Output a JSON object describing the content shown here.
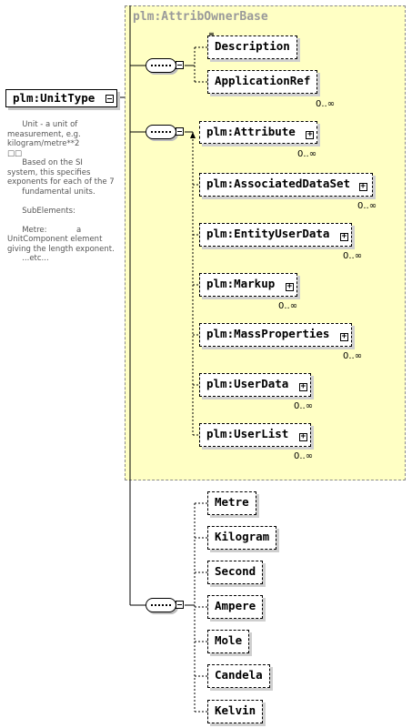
{
  "root": {
    "name": "plm:UnitType"
  },
  "documentation": {
    "lines": [
      "      Unit - a unit of",
      "measurement, e.g.",
      "kilogram/metre**2",
      "□□",
      "      Based on the SI",
      "system, this specifies",
      "exponents for each of the 7",
      "      fundamental units.",
      "",
      "      SubElements:",
      "",
      "      Metre:            a",
      "UnitComponent element",
      "giving the length exponent.",
      "      ...etc..."
    ]
  },
  "group": {
    "title": "plm:AttribOwnerBase"
  },
  "group_elements": [
    {
      "name": "Description",
      "occurrence": ""
    },
    {
      "name": "ApplicationRef",
      "occurrence": "0..∞"
    }
  ],
  "attribute_choice": [
    {
      "name": "plm:Attribute",
      "occurrence": "0..∞"
    },
    {
      "name": "plm:AssociatedDataSet",
      "occurrence": "0..∞"
    },
    {
      "name": "plm:EntityUserData",
      "occurrence": "0..∞"
    },
    {
      "name": "plm:Markup",
      "occurrence": "0..∞"
    },
    {
      "name": "plm:MassProperties",
      "occurrence": "0..∞"
    },
    {
      "name": "plm:UserData",
      "occurrence": "0..∞"
    },
    {
      "name": "plm:UserList",
      "occurrence": "0..∞"
    }
  ],
  "unit_components": [
    {
      "name": "Metre"
    },
    {
      "name": "Kilogram"
    },
    {
      "name": "Second"
    },
    {
      "name": "Ampere"
    },
    {
      "name": "Mole"
    },
    {
      "name": "Candela"
    },
    {
      "name": "Kelvin"
    }
  ],
  "colors": {
    "group_fill": "#ffffc4",
    "group_border": "#8a8a8a",
    "group_title": "#9a9a9a"
  }
}
